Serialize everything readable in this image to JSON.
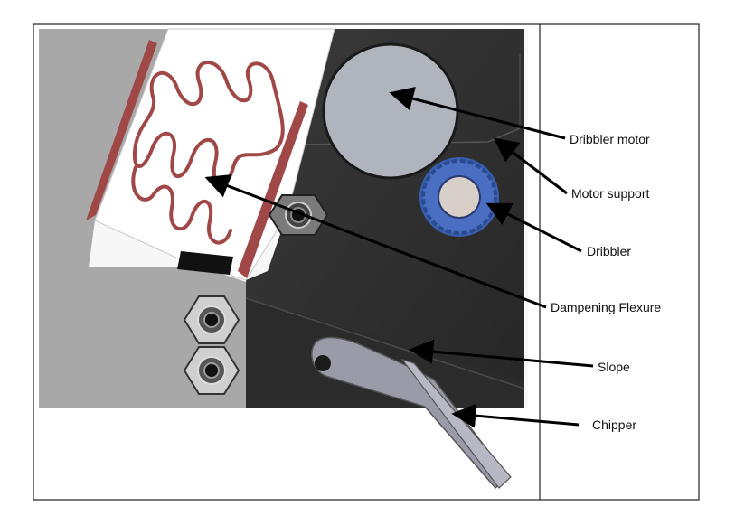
{
  "figure": {
    "labels": {
      "dribbler_motor": "Dribbler motor",
      "motor_support": "Motor support",
      "dribbler": "Dribbler",
      "dampening_flexure": "Dampening Flexure",
      "slope": "Slope",
      "chipper": "Chipper"
    }
  },
  "colors": {
    "frame_gray": "#a8a8a8",
    "body_dark": "#333333",
    "flexure_red": "#a04848",
    "motor_disc": "#b0b4bc",
    "dribbler_blue": "#3a5fb0",
    "chipper_gray": "#9a9aa8",
    "arrow": "#000000"
  }
}
